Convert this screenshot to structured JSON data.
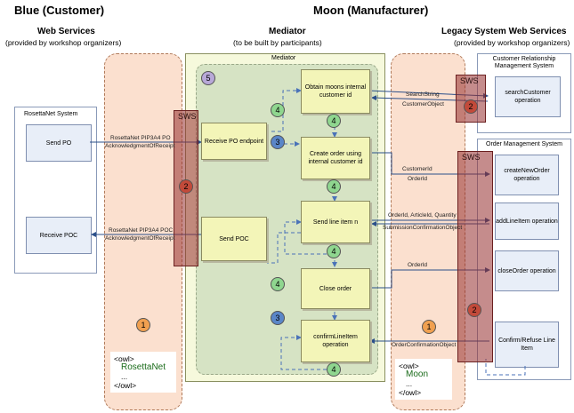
{
  "headers": {
    "blue": "Blue (Customer)",
    "moon": "Moon (Manufacturer)"
  },
  "columns": {
    "web_services_title": "Web Services",
    "web_services_sub": "(provided by workshop organizers)",
    "mediator_title": "Mediator",
    "mediator_sub": "(to be built by participants)",
    "legacy_title": "Legacy System Web Services",
    "legacy_sub": "(provided by workshop organizers)"
  },
  "rosettanet": {
    "title": "RosettaNet System",
    "send_po": "Send PO",
    "receive_poc": "Receive POC"
  },
  "mediator": {
    "title": "Mediator",
    "receive_po": "Receive PO endpoint",
    "send_poc": "Send POC",
    "obtain": "Obtain moons internal customer id",
    "create_order": "Create order using internal customer id",
    "send_line": "Send line item n",
    "close_order": "Close order",
    "confirm_line": "confirmLineItem operation"
  },
  "crm": {
    "title": "Customer Relationship Management System",
    "search": "searchCustomer operation"
  },
  "oms": {
    "title": "Order Management System",
    "create": "createNewOrder operation",
    "add": "addLineItem operation",
    "close": "closeOrder operation",
    "confirm": "Confirm/Refuse Line Item"
  },
  "messages": {
    "pip_po_1": "RosettaNet PIP3A4 PO",
    "pip_po_2": "AcknowledgmentOfReceipt",
    "pip_poc_1": "RosettaNet PIP3A4 POC",
    "pip_poc_2": "AcknowledgmentOfReceipt",
    "search_1": "SearchString",
    "search_2": "CustomerObject",
    "cust_1": "CustomerId",
    "cust_2": "OrderId",
    "line_1": "OrderId, ArticleId, Quantity",
    "line_2": "SubmissionConfirmationObject",
    "close_1": "OrderId",
    "confirm_1": "OrderConfirmationObject"
  },
  "sws_label": "SWS",
  "circles": {
    "five": "5",
    "four": "4",
    "three": "3",
    "two": "2",
    "one": "1"
  },
  "owl_left": {
    "open": "<owl>",
    "name": "RosettaNet",
    "dots": "...",
    "close": "</owl>"
  },
  "owl_right": {
    "open": "<owl>",
    "name": "Moon",
    "dots": "...",
    "close": "</owl>"
  }
}
